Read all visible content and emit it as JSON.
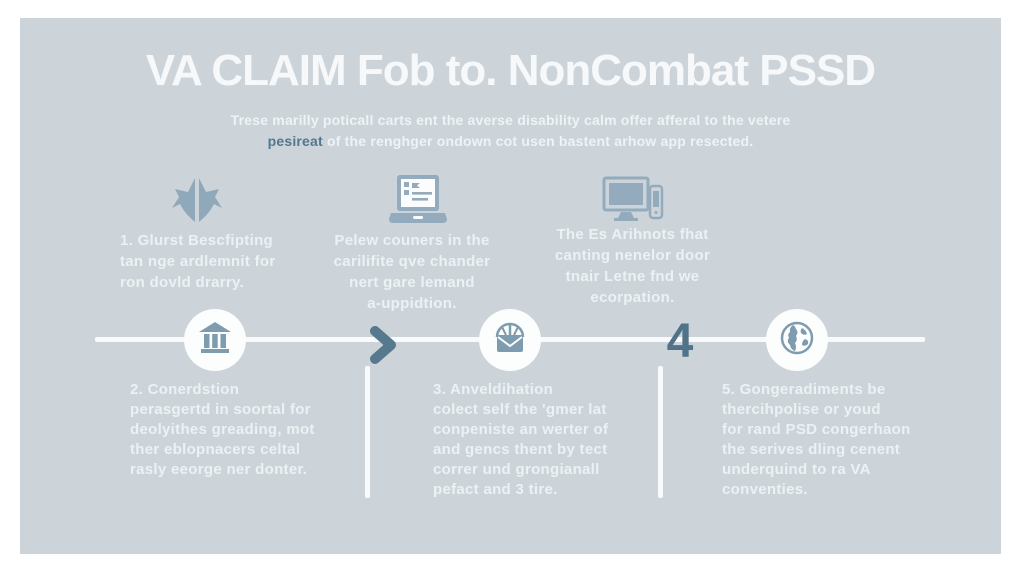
{
  "colors": {
    "frame": "#ffffff",
    "background": "#cdd4d9",
    "text": "#f0f4f6",
    "accent": "#53788e",
    "icon_light": "#92abbc",
    "icon_dark": "#7e9cb0",
    "timeline_line": "#f8fafb"
  },
  "header": {
    "title": "VA CLAIM Fob to. NonCombat PSSD",
    "subtitle_line1": "Trese marilly poticall carts ent the averse disability calm offer afferal to the vetere",
    "subtitle_accent": "pesireat",
    "subtitle_line2_rest": " of the renghger ondown cot usen bastent arhow app resected."
  },
  "features": [
    {
      "icon": "jet-icon",
      "text": "1. Glurst Bescfipting\ntan nge ardlemnit for\nron dovld drarry."
    },
    {
      "icon": "laptop-checklist-icon",
      "text": "Pelew couners in the\ncarilifite qve chander\nnert gare lemand\na-uppidtion."
    },
    {
      "icon": "desktop-phone-icon",
      "text": "The Es Arihnots fhat\ncanting nenelor door\ntnair Letne fnd we\necorpation."
    }
  ],
  "timeline": {
    "number_label": "4",
    "node_icons": [
      "bank-icon",
      "envelope-icon",
      "globe-icon"
    ]
  },
  "steps": [
    {
      "text": "2. Conerdstion\nperasgertd in soortal for\ndeolyithes greading, mot\nther eblopnacers celtal\nrasly eeorge ner donter."
    },
    {
      "text": "3. Anveldihation\ncolect self the 'gmer lat\nconpeniste an werter of\nand gencs thent by tect\ncorrer und grongianall\npefact and 3 tire."
    },
    {
      "text": "5. Gongeradiments be\nthercihpolise or youd\nfor rand PSD congerhaon\nthe serives dling cenent\nunderquind to ra VA\nconventies."
    }
  ]
}
